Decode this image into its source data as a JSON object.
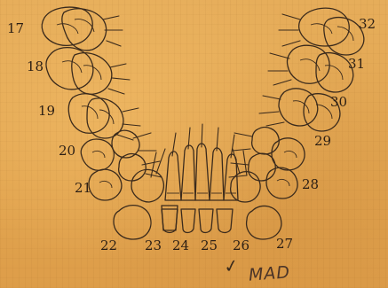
{
  "diagram": {
    "tooth_numbers": {
      "n17": "17",
      "n18": "18",
      "n19": "19",
      "n20": "20",
      "n21": "21",
      "n22": "22",
      "n23": "23",
      "n24": "24",
      "n25": "25",
      "n26": "26",
      "n27": "27",
      "n28": "28",
      "n29": "29",
      "n30": "30",
      "n31": "31",
      "n32": "32"
    },
    "handwritten_note": "MAD"
  }
}
